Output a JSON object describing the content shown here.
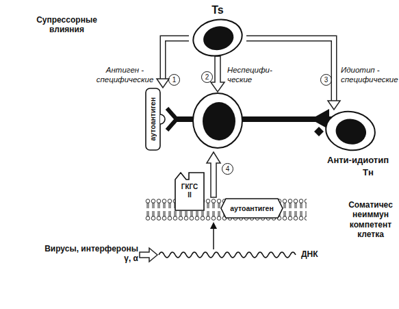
{
  "diagram": {
    "nodes": [
      {
        "text": [
          "Ts"
        ]
      },
      {
        "text": [
          "аутоантиген"
        ]
      },
      {
        "text": [
          "Анти-идиотип",
          "Тн"
        ]
      },
      {
        "text": [
          "ГКГС II"
        ]
      },
      {
        "text": [
          "аутоантиген"
        ]
      }
    ],
    "edges": [
      {
        "from": 0,
        "to": 1,
        "arrow": "to"
      },
      {
        "from": 0,
        "to": 2,
        "arrow": "to"
      }
    ],
    "labels": [
      "Супрессорные влияния",
      "Антиген - специфические",
      "Неспецифи- ческие",
      "Идиотип - специфические",
      "1",
      "2",
      "3",
      "4",
      "Соматичес неиммун компетент клетка",
      "ДНК",
      "Вирусы, интерфероны γ, α"
    ]
  }
}
